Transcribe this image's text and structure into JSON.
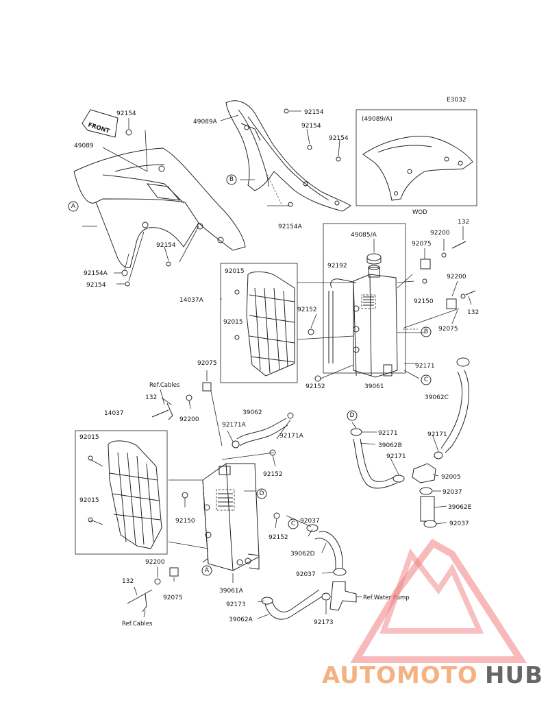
{
  "diagram_code": "E3032",
  "front_label": "FRONT",
  "inset": {
    "title": "(49089/A)",
    "caption": "WOD"
  },
  "ref_cables_top": "Ref.Cables",
  "ref_cables_bottom": "Ref.Cables",
  "ref_water_pump": "Ref.Water Pump",
  "circle_refs": [
    "A",
    "B",
    "C",
    "D"
  ],
  "watermark": {
    "part1": "AUTOMOTO",
    "part2": "HUB",
    "color1": "#f4b183",
    "color2": "#666666",
    "logo_color": "#f08080"
  },
  "labels": [
    {
      "id": "p-92154-a",
      "text": "92154"
    },
    {
      "id": "p-49089",
      "text": "49089"
    },
    {
      "id": "p-49089a",
      "text": "49089A"
    },
    {
      "id": "p-92154-b",
      "text": "92154"
    },
    {
      "id": "p-92154-c",
      "text": "92154"
    },
    {
      "id": "p-92154-d",
      "text": "92154"
    },
    {
      "id": "p-92154a-top",
      "text": "92154A"
    },
    {
      "id": "p-92154-e",
      "text": "92154"
    },
    {
      "id": "p-92154a-left",
      "text": "92154A"
    },
    {
      "id": "p-92154-f",
      "text": "92154"
    },
    {
      "id": "p-49085a",
      "text": "49085/A"
    },
    {
      "id": "p-92200-a",
      "text": "92200"
    },
    {
      "id": "p-132-a",
      "text": "132"
    },
    {
      "id": "p-92075-a",
      "text": "92075"
    },
    {
      "id": "p-92192",
      "text": "92192"
    },
    {
      "id": "p-92015-a",
      "text": "92015"
    },
    {
      "id": "p-14037a",
      "text": "14037A"
    },
    {
      "id": "p-92150-a",
      "text": "92150"
    },
    {
      "id": "p-92200-b",
      "text": "92200"
    },
    {
      "id": "p-132-b",
      "text": "132"
    },
    {
      "id": "p-92152-a",
      "text": "92152"
    },
    {
      "id": "p-92015-b",
      "text": "92015"
    },
    {
      "id": "p-92075-b",
      "text": "92075"
    },
    {
      "id": "p-92171-a",
      "text": "92171"
    },
    {
      "id": "p-92152-b",
      "text": "92152"
    },
    {
      "id": "p-39061",
      "text": "39061"
    },
    {
      "id": "p-39062c",
      "text": "39062C"
    },
    {
      "id": "p-92075-c",
      "text": "92075"
    },
    {
      "id": "p-132-c",
      "text": "132"
    },
    {
      "id": "p-92200-c",
      "text": "92200"
    },
    {
      "id": "p-39062",
      "text": "39062"
    },
    {
      "id": "p-92171a-a",
      "text": "92171A"
    },
    {
      "id": "p-92171a-b",
      "text": "92171A"
    },
    {
      "id": "p-92171-b",
      "text": "92171"
    },
    {
      "id": "p-39062b",
      "text": "39062B"
    },
    {
      "id": "p-92171-c",
      "text": "92171"
    },
    {
      "id": "p-92171-d",
      "text": "92171"
    },
    {
      "id": "p-92005",
      "text": "92005"
    },
    {
      "id": "p-92037-a",
      "text": "92037"
    },
    {
      "id": "p-39062e",
      "text": "39062E"
    },
    {
      "id": "p-92037-b",
      "text": "92037"
    },
    {
      "id": "p-14037",
      "text": "14037"
    },
    {
      "id": "p-92015-c",
      "text": "92015"
    },
    {
      "id": "p-92152-c",
      "text": "92152"
    },
    {
      "id": "p-92015-d",
      "text": "92015"
    },
    {
      "id": "p-92150-b",
      "text": "92150"
    },
    {
      "id": "p-92152-d",
      "text": "92152"
    },
    {
      "id": "p-92037-c",
      "text": "92037"
    },
    {
      "id": "p-39062d",
      "text": "39062D"
    },
    {
      "id": "p-92037-d",
      "text": "92037"
    },
    {
      "id": "p-92200-d",
      "text": "92200"
    },
    {
      "id": "p-132-d",
      "text": "132"
    },
    {
      "id": "p-92075-d",
      "text": "92075"
    },
    {
      "id": "p-39061a",
      "text": "39061A"
    },
    {
      "id": "p-92173-a",
      "text": "92173"
    },
    {
      "id": "p-39062a",
      "text": "39062A"
    },
    {
      "id": "p-92173-b",
      "text": "92173"
    }
  ]
}
